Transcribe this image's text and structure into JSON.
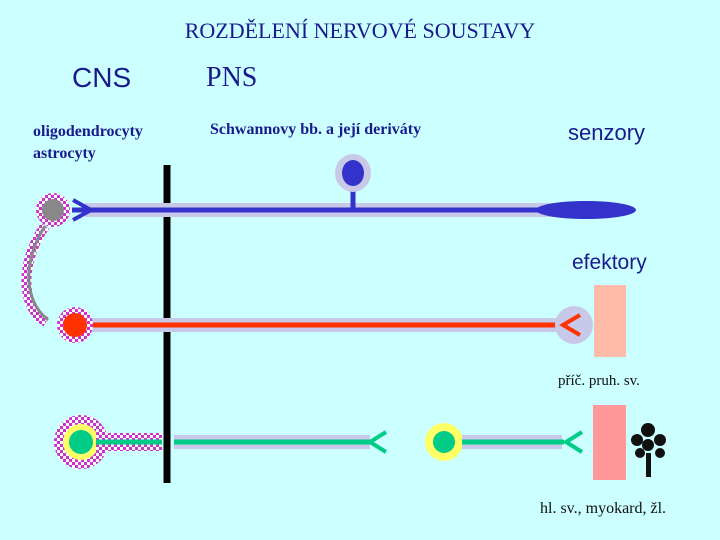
{
  "title": "ROZDĚLENÍ NERVOVÉ SOUSTAVY",
  "cns": {
    "heading": "CNS",
    "cells_line1": "oligodendrocyty",
    "cells_line2": "astrocyty"
  },
  "pns": {
    "heading": "PNS",
    "cells": "Schwannovy bb. a její deriváty"
  },
  "targets": {
    "sensors": "senzory",
    "effectors": "efektory",
    "striated_muscle": "příč. pruh. sv.",
    "smooth_cardiac_glands": "hl. sv., myokard, žl."
  },
  "colors": {
    "background": "#ccffff",
    "text": "#1a1a8c",
    "sensory_fiber": "#3333cc",
    "motor_fiber": "#ff3300",
    "autonomic_fiber": "#00cc88",
    "myelin_checker": "#cc33cc",
    "boundary": "#000000",
    "muscle_tissue": "#ffbbaa"
  }
}
